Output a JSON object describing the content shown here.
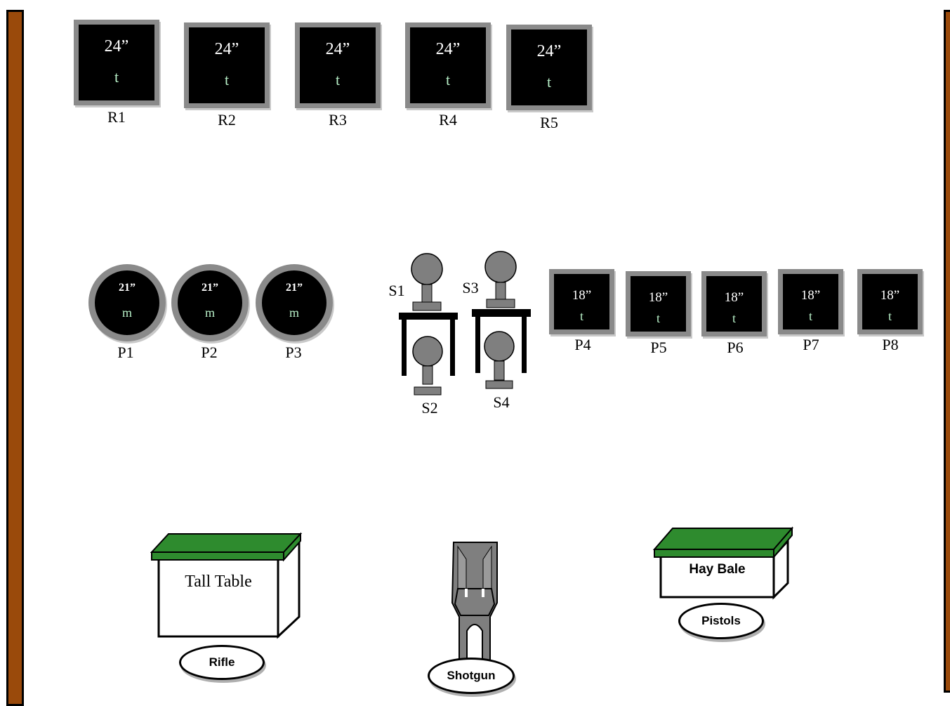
{
  "rifle_targets": [
    {
      "size": "24”",
      "material": "t",
      "label": "R1"
    },
    {
      "size": "24”",
      "material": "t",
      "label": "R2"
    },
    {
      "size": "24”",
      "material": "t",
      "label": "R3"
    },
    {
      "size": "24”",
      "material": "t",
      "label": "R4"
    },
    {
      "size": "24”",
      "material": "t",
      "label": "R5"
    }
  ],
  "round_pistol_targets": [
    {
      "size": "21”",
      "material": "m",
      "label": "P1"
    },
    {
      "size": "21”",
      "material": "m",
      "label": "P2"
    },
    {
      "size": "21”",
      "material": "m",
      "label": "P3"
    }
  ],
  "square_pistol_targets": [
    {
      "size": "18”",
      "material": "t",
      "label": "P4"
    },
    {
      "size": "18”",
      "material": "t",
      "label": "P5"
    },
    {
      "size": "18”",
      "material": "t",
      "label": "P6"
    },
    {
      "size": "18”",
      "material": "t",
      "label": "P7"
    },
    {
      "size": "18”",
      "material": "t",
      "label": "P8"
    }
  ],
  "shotgun_targets": [
    {
      "label": "S1"
    },
    {
      "label": "S2"
    },
    {
      "label": "S3"
    },
    {
      "label": "S4"
    }
  ],
  "props": {
    "tall_table": "Tall Table",
    "hay_bale": "Hay Bale"
  },
  "stations": {
    "rifle": "Rifle",
    "shotgun": "Shotgun",
    "pistols": "Pistols"
  },
  "colors": {
    "wall": "#9a4a0b",
    "target_frame": "#8a8a8a",
    "target_face": "#000000",
    "table_top": "#2e8b2e",
    "steel_gray": "#7f7f7f"
  }
}
